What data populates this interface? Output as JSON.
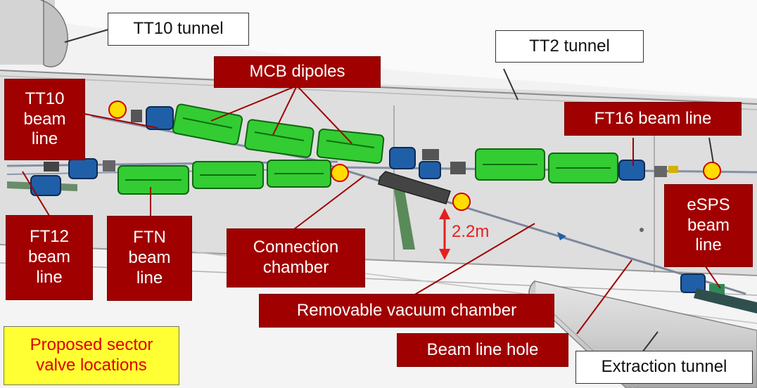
{
  "labels": {
    "tt10_tunnel": "TT10 tunnel",
    "tt2_tunnel": "TT2 tunnel",
    "mcb_dipoles": "MCB dipoles",
    "tt10_beam_line": [
      "TT10",
      "beam",
      "line"
    ],
    "ft16_beam_line": "FT16 beam line",
    "ft12_beam_line": [
      "FT12",
      "beam",
      "line"
    ],
    "ftn_beam_line": [
      "FTN",
      "beam",
      "line"
    ],
    "connection_chamber": [
      "Connection",
      "chamber"
    ],
    "espss_beam_line": [
      "eSPS",
      "beam",
      "line"
    ],
    "removable_vacuum_chamber": "Removable vacuum chamber",
    "beam_line_hole": "Beam line hole",
    "extraction_tunnel": "Extraction tunnel",
    "proposed_sector_valve": [
      "Proposed sector",
      "valve locations"
    ],
    "dimension": "2.2m"
  },
  "colors": {
    "label_red": "#a00000",
    "legend_yellow": "#ffff33",
    "magnet_green": "#33cc33",
    "quad_blue": "#1f5fa8",
    "valve_yellow": "#ffdd00",
    "dimension_red": "#e32020"
  }
}
